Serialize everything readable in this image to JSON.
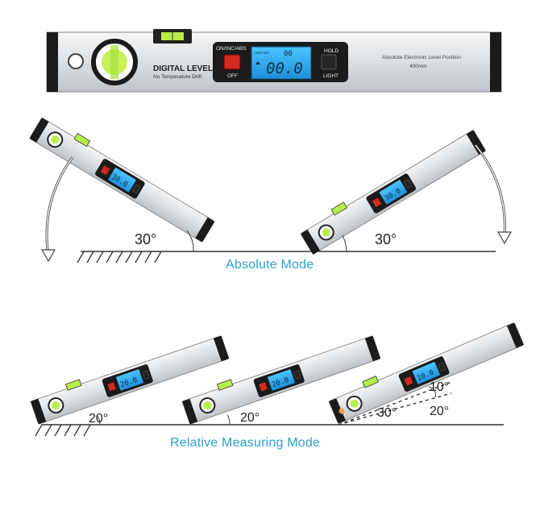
{
  "level": {
    "brand": "DIGITAL LEVEL",
    "subtitle": "No Temperature Drift",
    "mode_button_label": "ON/INC/ABS",
    "off_label": "OFF",
    "hold_label": "HOLD",
    "light_label": "LIGHT",
    "lcd_small_labels": "ABS  INC",
    "lcd_small_value": "00",
    "lcd_value": "00.0",
    "spec_line1": "Absolute Electronic Level Position",
    "spec_line2": "400mm"
  },
  "absolute_mode": {
    "caption": "Absolute Mode",
    "left_angle": "30°",
    "right_angle": "30°",
    "left_lcd": "30.0",
    "right_lcd": "30.0"
  },
  "relative_mode": {
    "caption": "Relative Measuring Mode",
    "left_angle": "20°",
    "middle_angle": "20°",
    "right_angle_low": "30°",
    "right_angle_mid": "20°",
    "right_angle_high": "10°",
    "lcd_left": "20.0",
    "lcd_middle": "20.0",
    "lcd_right": "10.0"
  },
  "colors": {
    "body": "#d9dcdf",
    "cap": "#1b1b1b",
    "lcd": "#26a6ea",
    "caption": "#2d9fd0",
    "button_red": "#d42a1e",
    "vial": "#b8ec4a"
  }
}
